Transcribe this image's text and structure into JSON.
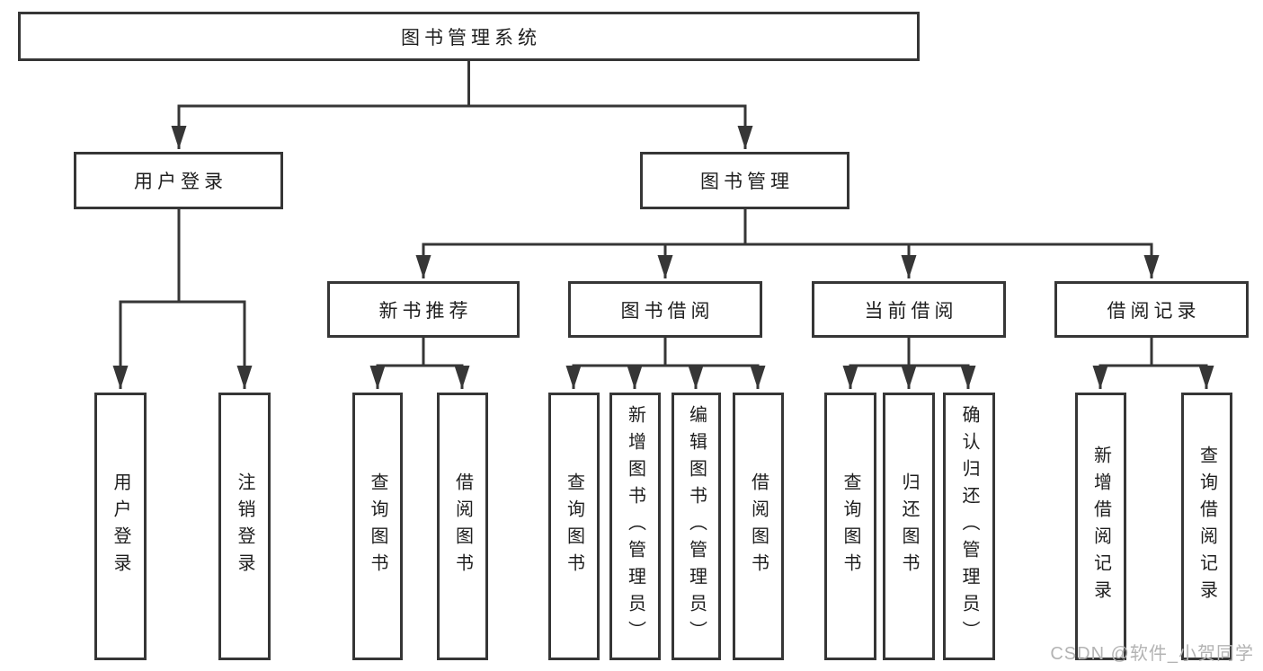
{
  "diagram": {
    "type": "hierarchy-tree",
    "tree": {
      "root": {
        "label": "图书管理系统"
      },
      "branches": [
        {
          "label": "用户登录",
          "children": [
            {
              "label": "用户登录"
            },
            {
              "label": "注销登录"
            }
          ]
        },
        {
          "label": "图书管理",
          "sections": [
            {
              "label": "新书推荐",
              "children": [
                {
                  "label": "查询图书"
                },
                {
                  "label": "借阅图书"
                }
              ]
            },
            {
              "label": "图书借阅",
              "children": [
                {
                  "label": "查询图书"
                },
                {
                  "label": "新增图书（管理员）"
                },
                {
                  "label": "编辑图书（管理员）"
                },
                {
                  "label": "借阅图书"
                }
              ]
            },
            {
              "label": "当前借阅",
              "children": [
                {
                  "label": "查询图书"
                },
                {
                  "label": "归还图书"
                },
                {
                  "label": "确认归还（管理员）"
                }
              ]
            },
            {
              "label": "借阅记录",
              "children": [
                {
                  "label": "新增借阅记录"
                },
                {
                  "label": "查询借阅记录"
                }
              ]
            }
          ]
        }
      ]
    },
    "colors": {
      "line": "#363636",
      "box_border": "#363636",
      "box_background": "#ffffff",
      "text": "#1e1e1e",
      "page_background": "#ffffff",
      "watermark": "#b3b3b3"
    }
  },
  "watermark": {
    "text": "CSDN @软件_小贺同学"
  }
}
